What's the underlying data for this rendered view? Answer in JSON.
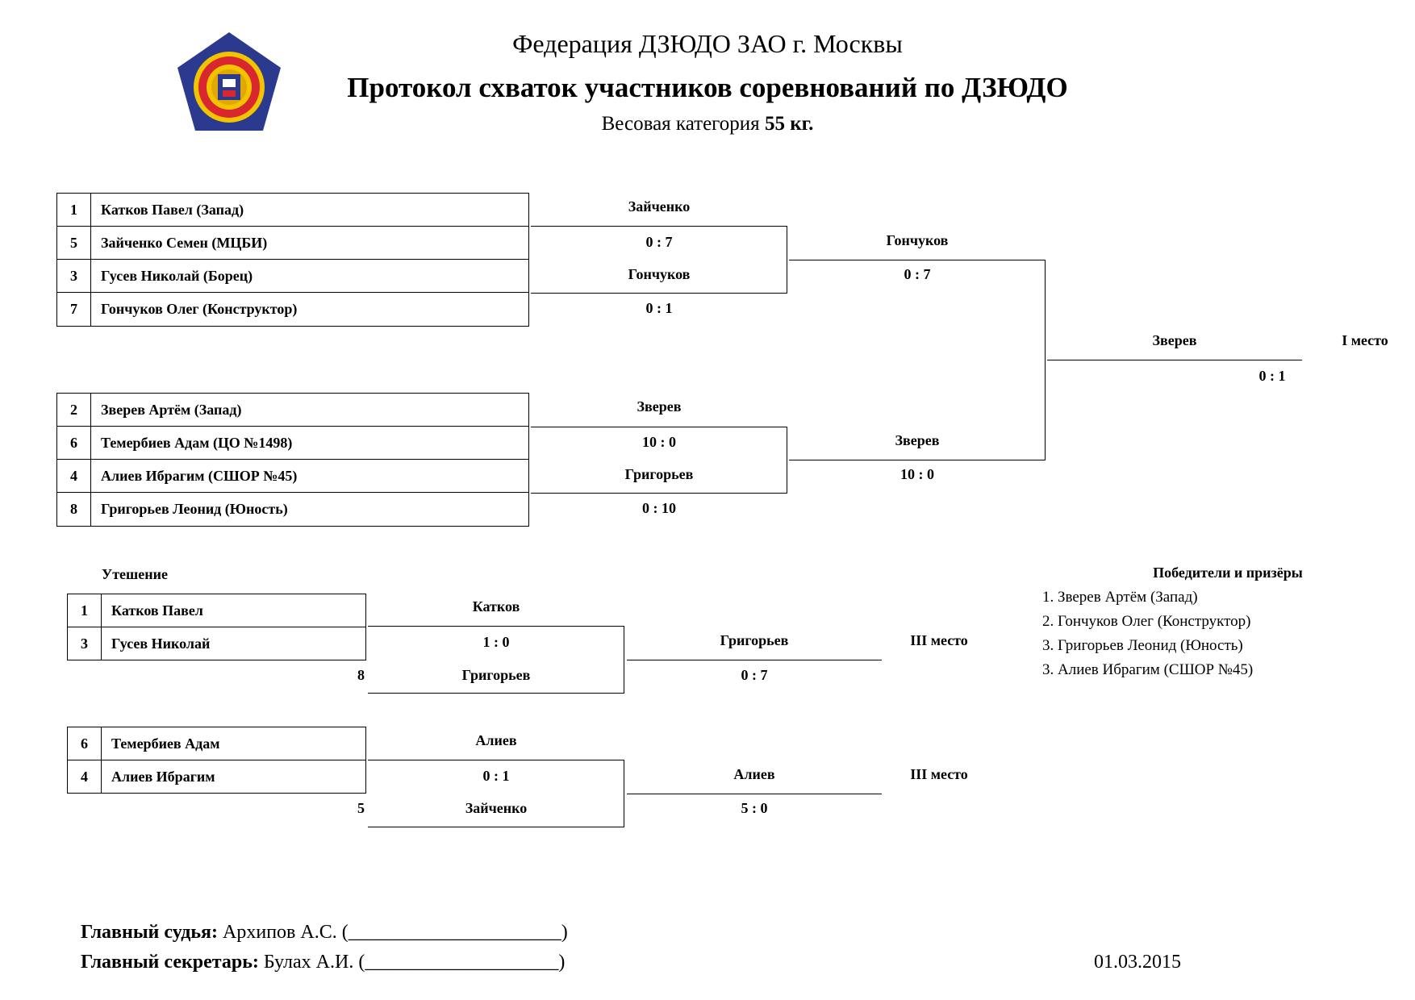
{
  "header": {
    "federation": "Федерация ДЗЮДО ЗАО г. Москвы",
    "title": "Протокол схваток участников соревнований по ДЗЮДО",
    "weight_label": "Весовая категория",
    "weight_value": "55 кг."
  },
  "logo": {
    "icon": "federation-emblem",
    "colors": {
      "outer": "#2b3a8f",
      "rim": "#f2c400",
      "inner": "#d8272e"
    }
  },
  "pool_a": {
    "participants": [
      {
        "num": "1",
        "name": "Катков Павел (Запад)"
      },
      {
        "num": "5",
        "name": "Зайченко Семен (МЦБИ)"
      },
      {
        "num": "3",
        "name": "Гусев Николай (Борец)"
      },
      {
        "num": "7",
        "name": "Гончуков Олег (Конструктор)"
      }
    ],
    "r1": [
      {
        "winner": "Зайченко",
        "score": "0   :   7"
      },
      {
        "winner": "Гончуков",
        "score": "0   :   1"
      }
    ],
    "r2": {
      "winner": "Гончуков",
      "score": "0   :   7"
    }
  },
  "pool_b": {
    "participants": [
      {
        "num": "2",
        "name": "Зверев Артём (Запад)"
      },
      {
        "num": "6",
        "name": "Темербиев Адам (ЦО №1498)"
      },
      {
        "num": "4",
        "name": "Алиев Ибрагим (СШОР №45)"
      },
      {
        "num": "8",
        "name": "Григорьев Леонид (Юность)"
      }
    ],
    "r1": [
      {
        "winner": "Зверев",
        "score": "10   :   0"
      },
      {
        "winner": "Григорьев",
        "score": "0   :   10"
      }
    ],
    "r2": {
      "winner": "Зверев",
      "score": "10   :   0"
    }
  },
  "final": {
    "winner": "Зверев",
    "score": "0   :   1",
    "place": "I место"
  },
  "repechage": {
    "title": "Утешение",
    "blocks": [
      {
        "participants": [
          {
            "num": "1",
            "name": "Катков Павел"
          },
          {
            "num": "3",
            "name": "Гусев Николай"
          }
        ],
        "r1_winner": "Катков",
        "r1_score": "1   :   0",
        "opponent_num": "8",
        "opponent": "Григорьев",
        "r2_winner": "Григорьев",
        "r2_score": "0   :   7",
        "place": "III место"
      },
      {
        "participants": [
          {
            "num": "6",
            "name": "Темербиев Адам"
          },
          {
            "num": "4",
            "name": "Алиев Ибрагим"
          }
        ],
        "r1_winner": "Алиев",
        "r1_score": "0   :   1",
        "opponent_num": "5",
        "opponent": "Зайченко",
        "r2_winner": "Алиев",
        "r2_score": "5   :   0",
        "place": "III место"
      }
    ]
  },
  "winners": {
    "title": "Победители и призёры",
    "items": [
      "1. Зверев Артём (Запад)",
      "2. Гончуков Олег (Конструктор)",
      "3. Григорьев Леонид (Юность)",
      "3. Алиев Ибрагим (СШОР №45)"
    ]
  },
  "footer": {
    "judge_label": "Главный судья:",
    "judge_value": "Архипов А.С. (______________________)",
    "secretary_label": "Главный секретарь:",
    "secretary_value": "Булах А.И. (____________________)",
    "date": "01.03.2015"
  }
}
